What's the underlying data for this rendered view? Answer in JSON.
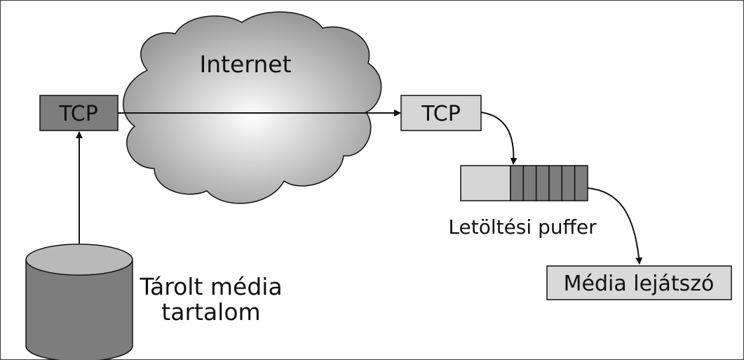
{
  "diagram": {
    "cloud_label": "Internet",
    "server_tcp_label": "TCP",
    "client_tcp_label": "TCP",
    "storage_label_line1": "Tárolt média",
    "storage_label_line2": "tartalom",
    "buffer_label": "Letöltési puffer",
    "player_label": "Média lejátszó",
    "buffer_filled_slots": 6
  },
  "colors": {
    "server_tcp_fill": "#7d7d7d",
    "client_tcp_fill": "#d6d6d6",
    "buffer_empty_fill": "#d6d6d6",
    "buffer_filled_fill": "#7d7d7d",
    "player_fill": "#d9d9d9",
    "cylinder_fill": "#7d7d7d",
    "cylinder_top_fill": "#b9b9b9",
    "cloud_center": "#ffffff",
    "cloud_edge": "#9a9a9a",
    "stroke": "#111111"
  }
}
